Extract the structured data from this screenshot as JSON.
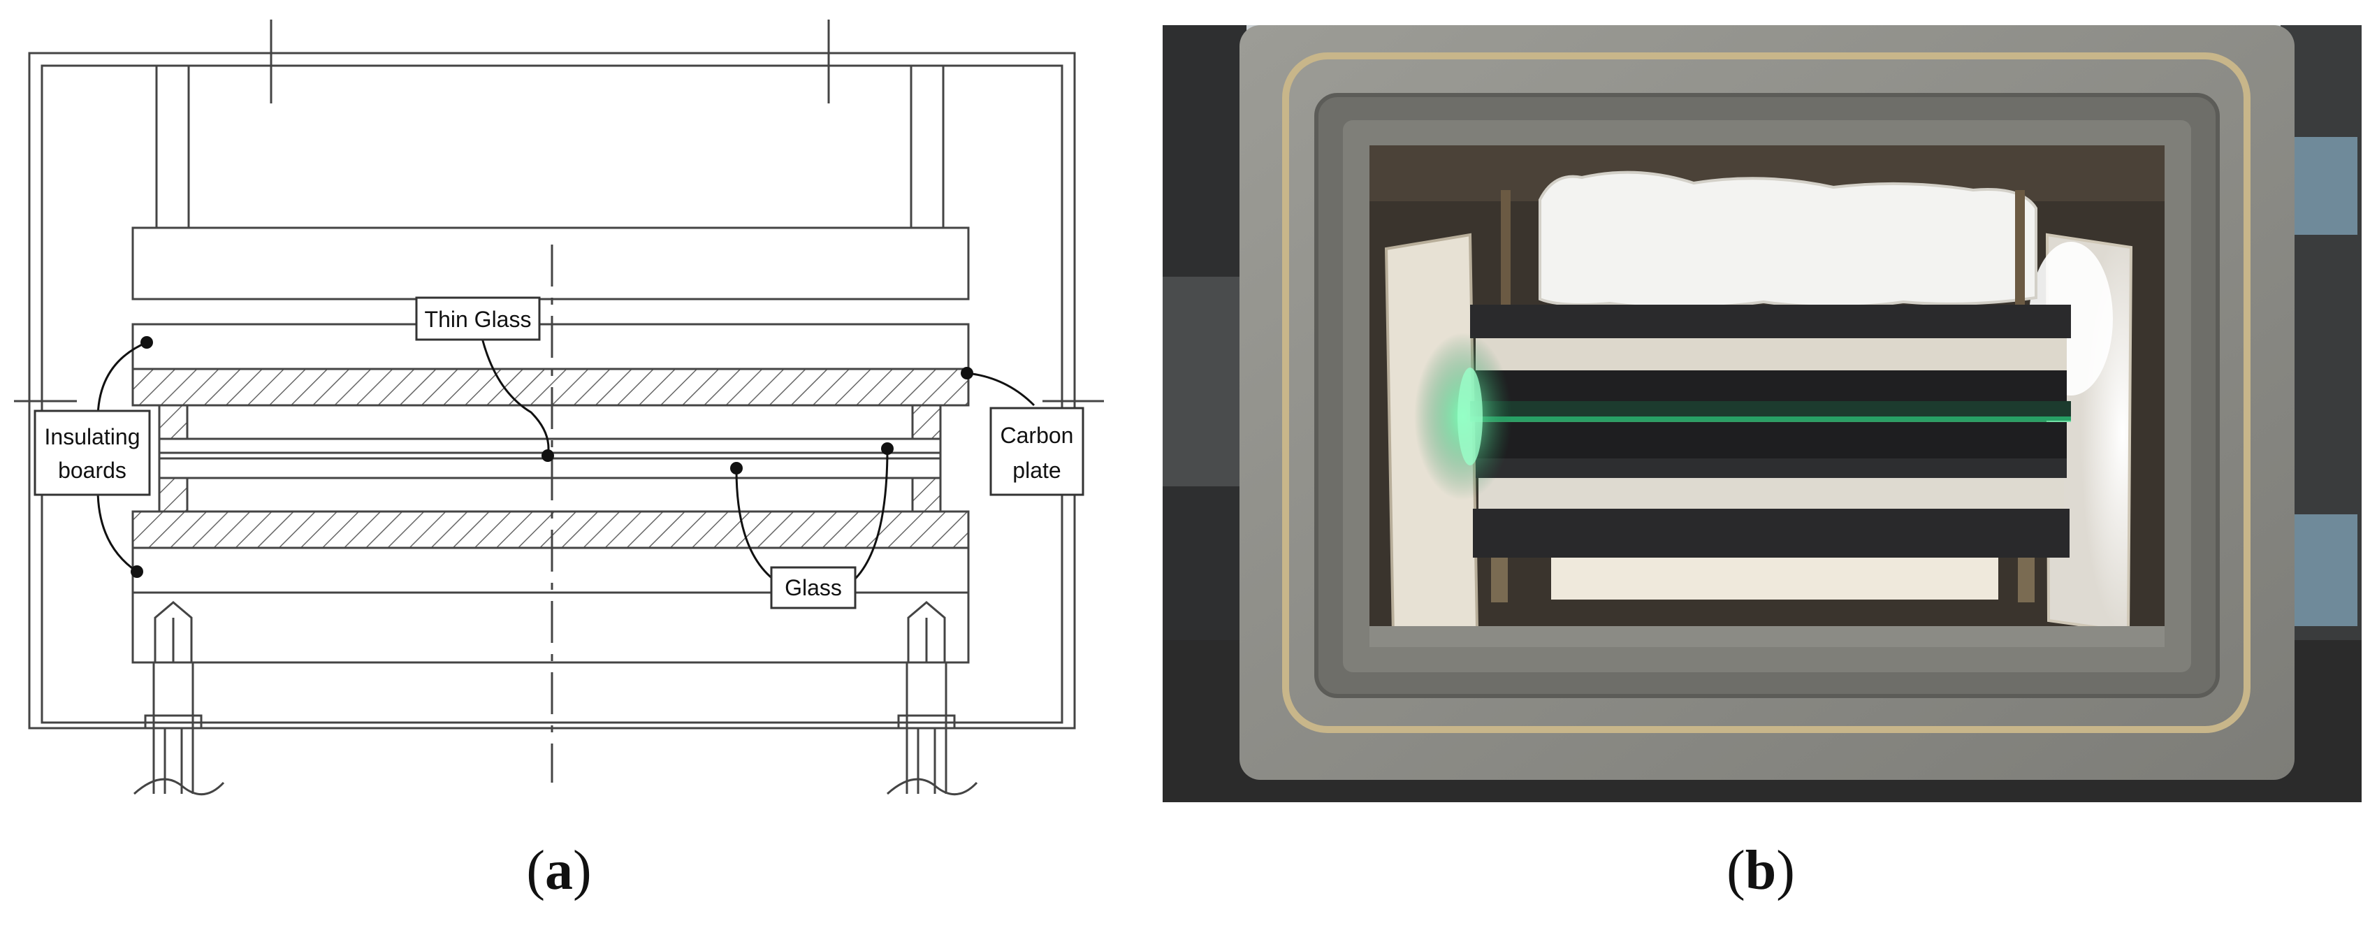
{
  "panel_a": {
    "labels": {
      "thin_glass": "Thin  Glass",
      "insulating_line1": "Insulating",
      "insulating_line2": "boards",
      "carbon_line1": "Carbon",
      "carbon_line2": "plate",
      "glass": "Glass"
    },
    "caption": {
      "open": "(",
      "letter": "a",
      "close": ")"
    }
  },
  "panel_b": {
    "caption": {
      "open": "(",
      "letter": "b",
      "close": ")"
    }
  },
  "colors": {
    "line": "#444444",
    "hatch": "#666666",
    "furnace_frame": "#8a8a84",
    "glass_glow": "#2ee58a",
    "carbon": "#2a2a2c",
    "insulation": "#e9e4da"
  }
}
